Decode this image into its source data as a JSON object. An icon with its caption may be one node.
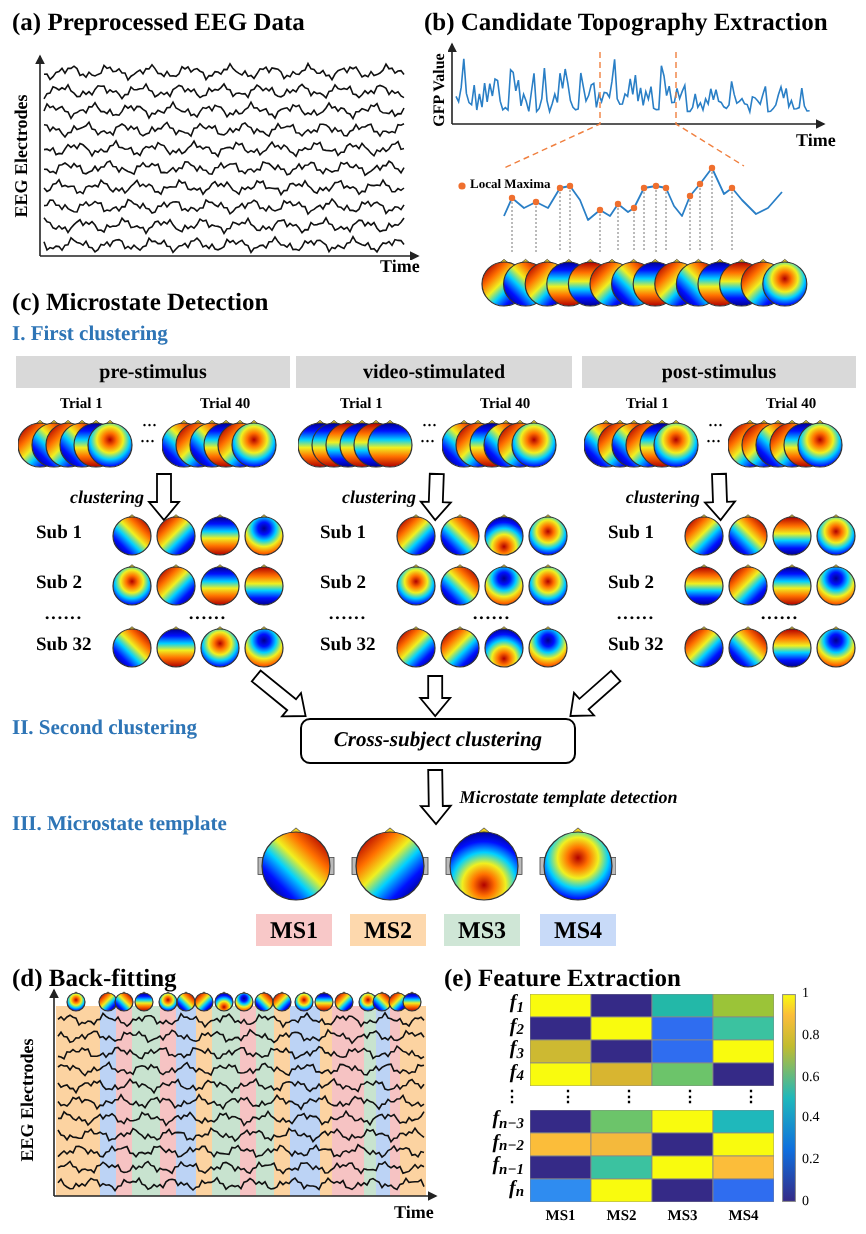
{
  "diagram": {
    "nodes": [
      {
        "text": [
          "pre-stimulus"
        ]
      },
      {
        "text": [
          "video-stimulated"
        ]
      },
      {
        "text": [
          "post-stimulus"
        ]
      },
      {
        "text": [
          "Trial 1",
          "···",
          "Trial 40",
          "···"
        ]
      },
      {
        "text": [
          "Trial 1",
          "···",
          "Trial 40",
          "···"
        ]
      },
      {
        "text": [
          "Trial 1",
          "···",
          "Trial 40",
          "···"
        ]
      },
      {
        "text": [
          "Sub 1",
          "Sub 2",
          "······",
          "······",
          "Sub 32"
        ]
      },
      {
        "text": [
          "Sub 1",
          "Sub 2",
          "······",
          "······",
          "Sub 32"
        ]
      },
      {
        "text": [
          "Sub 1",
          "Sub 2",
          "······",
          "······",
          "Sub 32"
        ]
      },
      {
        "text": [
          "Cross-subject clustering"
        ]
      },
      {
        "text": [],
        "shape": "picture"
      },
      {
        "text": [
          "MS1"
        ]
      },
      {
        "text": [
          "MS2"
        ]
      },
      {
        "text": [
          "MS3"
        ]
      },
      {
        "text": [
          "MS4"
        ]
      }
    ],
    "edges": [
      {
        "from": 3,
        "to": 6,
        "arrow": "to",
        "label": "clustering"
      },
      {
        "from": 4,
        "to": 7,
        "arrow": "to",
        "label": "clustering"
      },
      {
        "from": 5,
        "to": 8,
        "arrow": "to",
        "label": "clustering"
      },
      {
        "from": 6,
        "to": 9,
        "arrow": "to"
      },
      {
        "from": 7,
        "to": 9,
        "arrow": "to"
      },
      {
        "from": 8,
        "to": 9,
        "arrow": "to"
      },
      {
        "from": 9,
        "to": 10,
        "arrow": "to",
        "label": "Microstate template detection"
      }
    ],
    "labels": [
      "(a) Preprocessed EEG Data",
      "EEG Electrodes",
      "Time",
      "(b) Candidate Topography Extraction",
      "GFP Value",
      "Time",
      "(c) Microstate Detection",
      "I. First clustering",
      "II. Second clustering",
      "III. Microstate template",
      "(d) Back-fitting",
      "EEG Electrodes",
      "Time",
      "(e) Feature Extraction",
      "f$_{1}$",
      "f$_{2}$",
      "f$_{3}$",
      "f$_{4}$",
      "⋮",
      "⋮",
      "⋮",
      "⋮",
      "⋮",
      "f$_{n−3}$",
      "f$_{n−2}$",
      "f$_{n−1}$",
      "f$_{n}$",
      "MS1",
      "MS2",
      "MS3",
      "MS4",
      "1",
      "0.8",
      "0.6",
      "0.4",
      "0.2",
      "0"
    ],
    "legend": [
      {
        "text": "Local Maxima"
      }
    ]
  }
}
